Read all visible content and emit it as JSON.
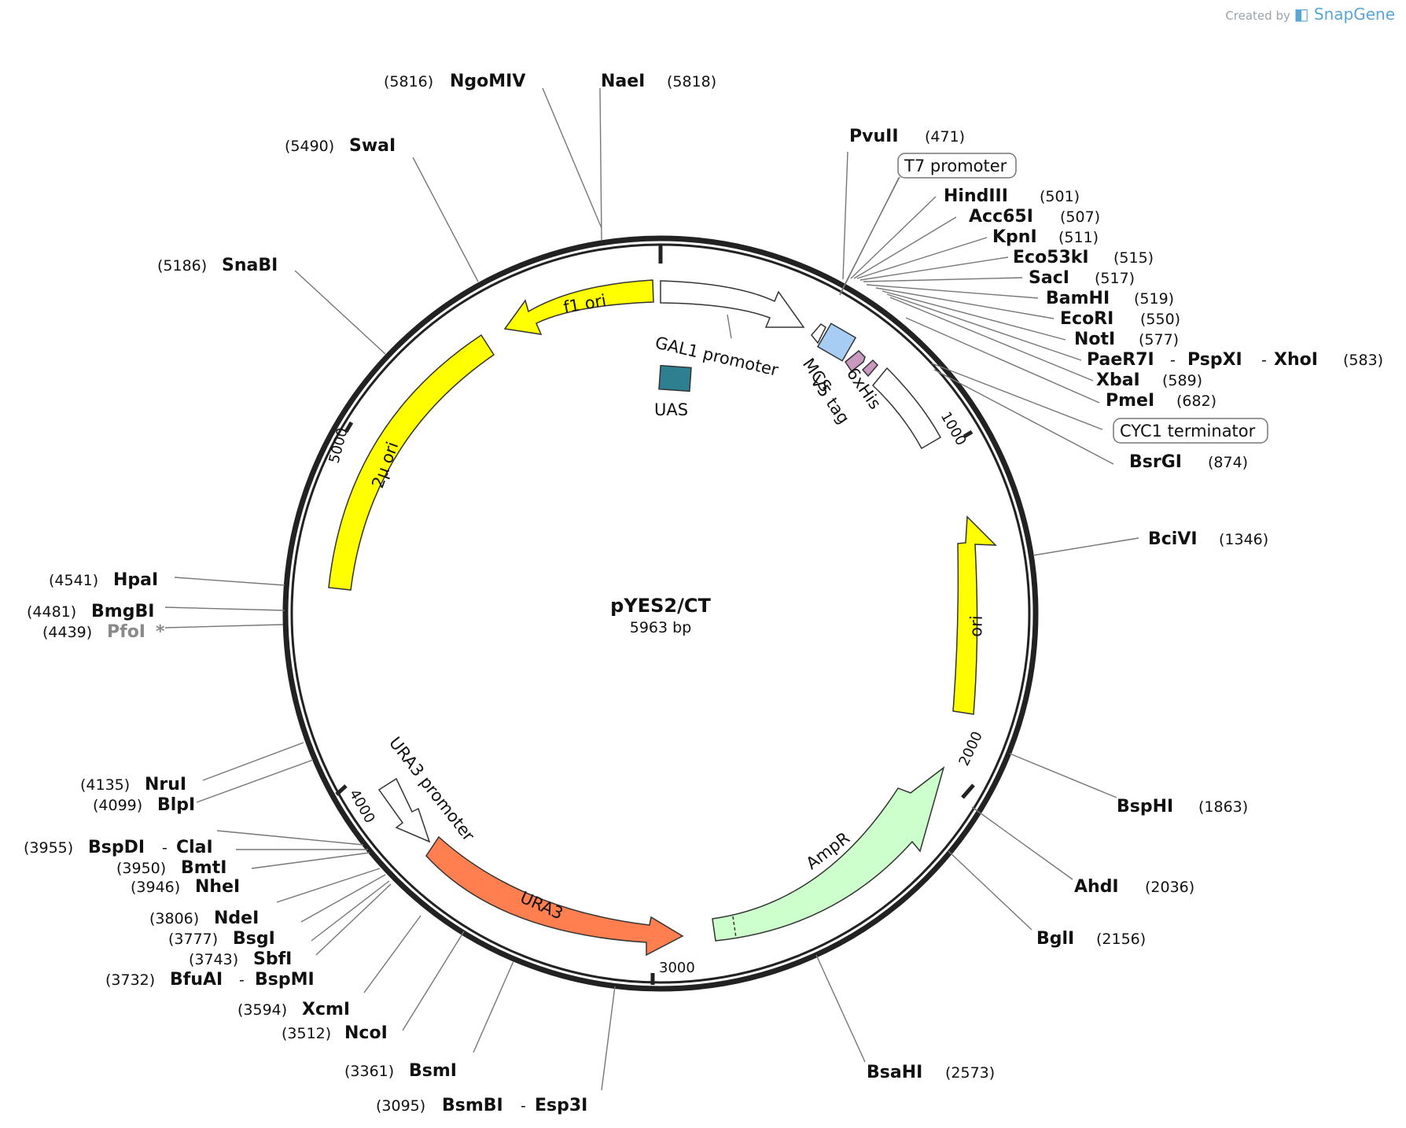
{
  "credit": {
    "created_by": "Created by",
    "brand": "SnapGene"
  },
  "plasmid": {
    "name": "pYES2/CT",
    "size": "5963 bp"
  },
  "ticks": [
    "1000",
    "2000",
    "3000",
    "4000",
    "5000"
  ],
  "features": {
    "gal1": "GAL1 promoter",
    "uas": "UAS",
    "mcs": "MCS",
    "v5": "V5 tag",
    "his": "6xHis",
    "f1ori": "f1 ori",
    "twomu": "2μ ori",
    "ori": "ori",
    "ampr": "AmpR",
    "ura3": "URA3",
    "ura3p": "URA3 promoter",
    "t7": "T7 promoter",
    "cyc1": "CYC1 terminator"
  },
  "colors": {
    "yellow": "#ffff00",
    "ura3": "#ff7f50",
    "ampr": "#ccffcc",
    "uas": "#2e7f8f",
    "mcs": "#a8cdf5",
    "tag": "#c999c0"
  },
  "sites": {
    "ngomiv": {
      "name": "NgoMIV",
      "pos": "(5816)"
    },
    "naei": {
      "name": "NaeI",
      "pos": "(5818)"
    },
    "swai": {
      "name": "SwaI",
      "pos": "(5490)"
    },
    "snabi": {
      "name": "SnaBI",
      "pos": "(5186)"
    },
    "pvuii": {
      "name": "PvuII",
      "pos": "(471)"
    },
    "hindiii": {
      "name": "HindIII",
      "pos": "(501)"
    },
    "acc65i": {
      "name": "Acc65I",
      "pos": "(507)"
    },
    "kpni": {
      "name": "KpnI",
      "pos": "(511)"
    },
    "eco53ki": {
      "name": "Eco53kI",
      "pos": "(515)"
    },
    "saci": {
      "name": "SacI",
      "pos": "(517)"
    },
    "bamhi": {
      "name": "BamHI",
      "pos": "(519)"
    },
    "ecori": {
      "name": "EcoRI",
      "pos": "(550)"
    },
    "noti": {
      "name": "NotI",
      "pos": "(577)"
    },
    "paer7i": {
      "name": "PaeR7I",
      "name2": "PspXI",
      "name3": "XhoI",
      "pos": "(583)"
    },
    "xbai": {
      "name": "XbaI",
      "pos": "(589)"
    },
    "pmei": {
      "name": "PmeI",
      "pos": "(682)"
    },
    "bsrgi": {
      "name": "BsrGI",
      "pos": "(874)"
    },
    "bcivi": {
      "name": "BciVI",
      "pos": "(1346)"
    },
    "bsphi": {
      "name": "BspHI",
      "pos": "(1863)"
    },
    "ahdi": {
      "name": "AhdI",
      "pos": "(2036)"
    },
    "bgli": {
      "name": "BglI",
      "pos": "(2156)"
    },
    "bsahi": {
      "name": "BsaHI",
      "pos": "(2573)"
    },
    "bsmbi": {
      "name": "BsmBI",
      "name2": "Esp3I",
      "pos": "(3095)"
    },
    "bsmi": {
      "name": "BsmI",
      "pos": "(3361)"
    },
    "ncoi": {
      "name": "NcoI",
      "pos": "(3512)"
    },
    "xcmi": {
      "name": "XcmI",
      "pos": "(3594)"
    },
    "bfuai": {
      "name": "BfuAI",
      "name2": "BspMI",
      "pos": "(3732)"
    },
    "sbfi": {
      "name": "SbfI",
      "pos": "(3743)"
    },
    "bsgi": {
      "name": "BsgI",
      "pos": "(3777)"
    },
    "ndei": {
      "name": "NdeI",
      "pos": "(3806)"
    },
    "nhei": {
      "name": "NheI",
      "pos": "(3946)"
    },
    "bmti": {
      "name": "BmtI",
      "pos": "(3950)"
    },
    "bspdi": {
      "name": "BspDI",
      "name2": "ClaI",
      "pos": "(3955)"
    },
    "blpi": {
      "name": "BlpI",
      "pos": "(4099)"
    },
    "brui": {
      "name": "NruI",
      "pos": "(4135)"
    },
    "pfoi": {
      "name": "PfoI",
      "mark": "*",
      "pos": "(4439)"
    },
    "bmgbi": {
      "name": "BmgBI",
      "pos": "(4481)"
    },
    "hpai": {
      "name": "HpaI",
      "pos": "(4541)"
    }
  }
}
